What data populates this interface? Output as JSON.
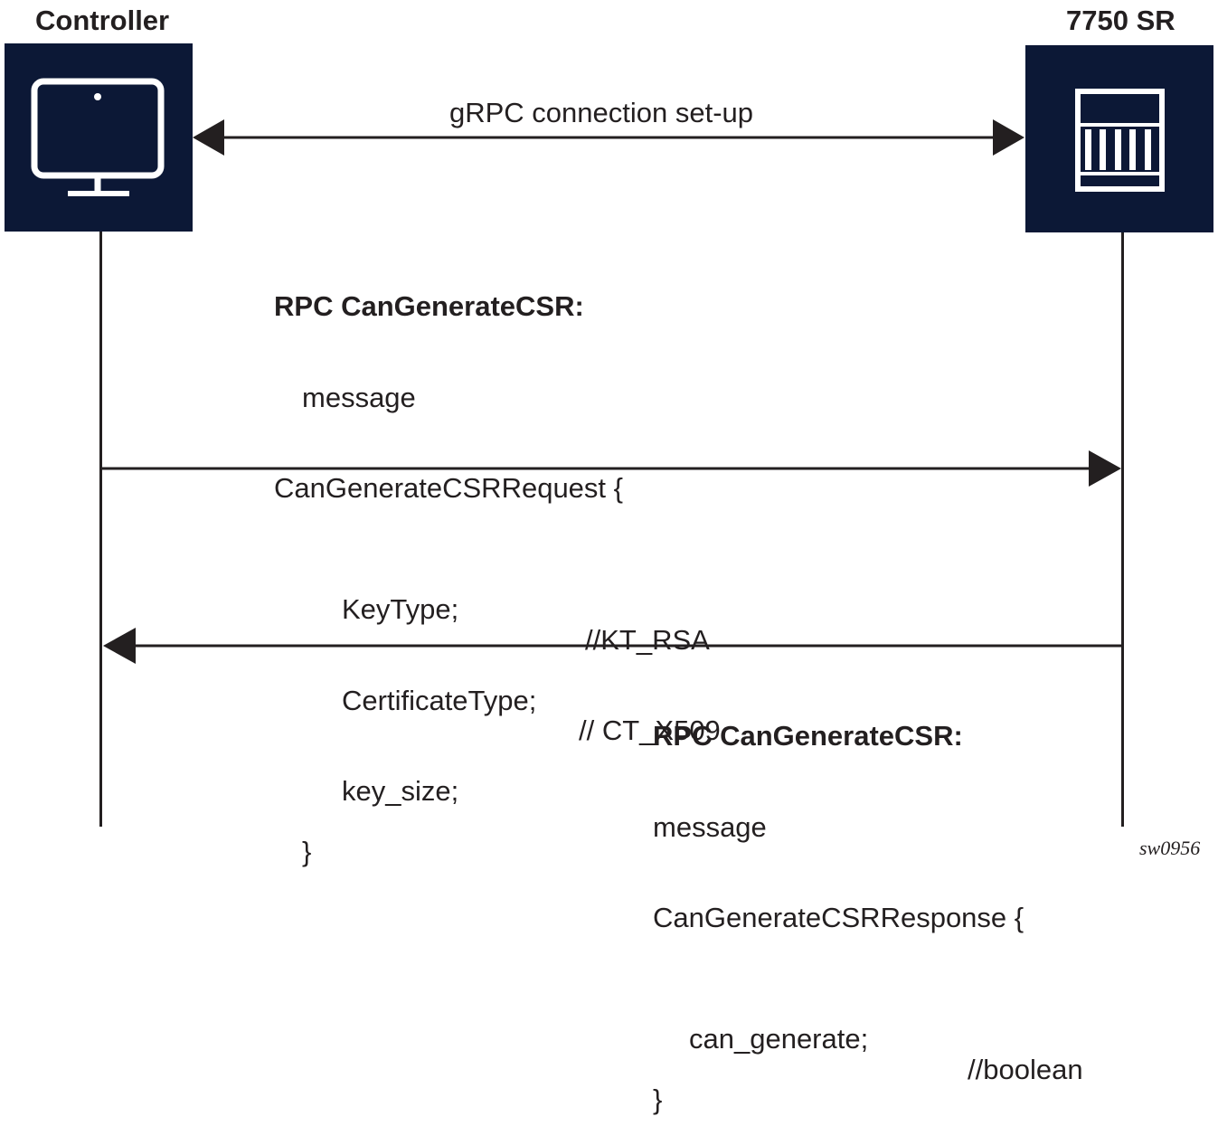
{
  "entities": {
    "controller": {
      "label": "Controller",
      "icon": "monitor-icon"
    },
    "router": {
      "label": "7750 SR",
      "icon": "router-chassis-icon"
    }
  },
  "connection": {
    "label": "gRPC connection set-up"
  },
  "request": {
    "rpc": "RPC CanGenerateCSR:",
    "line1": "message",
    "line2": "CanGenerateCSRRequest {",
    "field1": "KeyType;",
    "comment1": "//KT_RSA",
    "field2": "CertificateType;",
    "comment2": "// CT_X509",
    "field3": "key_size;",
    "close": "}"
  },
  "response": {
    "rpc": "RPC CanGenerateCSR:",
    "line1": "message",
    "line2": "CanGenerateCSRResponse {",
    "field1": "can_generate;",
    "comment1": "//boolean",
    "close": "}"
  },
  "figure_id": "sw0956",
  "colors": {
    "box": "#0c1836",
    "line": "#231f20",
    "icon": "#ffffff"
  }
}
